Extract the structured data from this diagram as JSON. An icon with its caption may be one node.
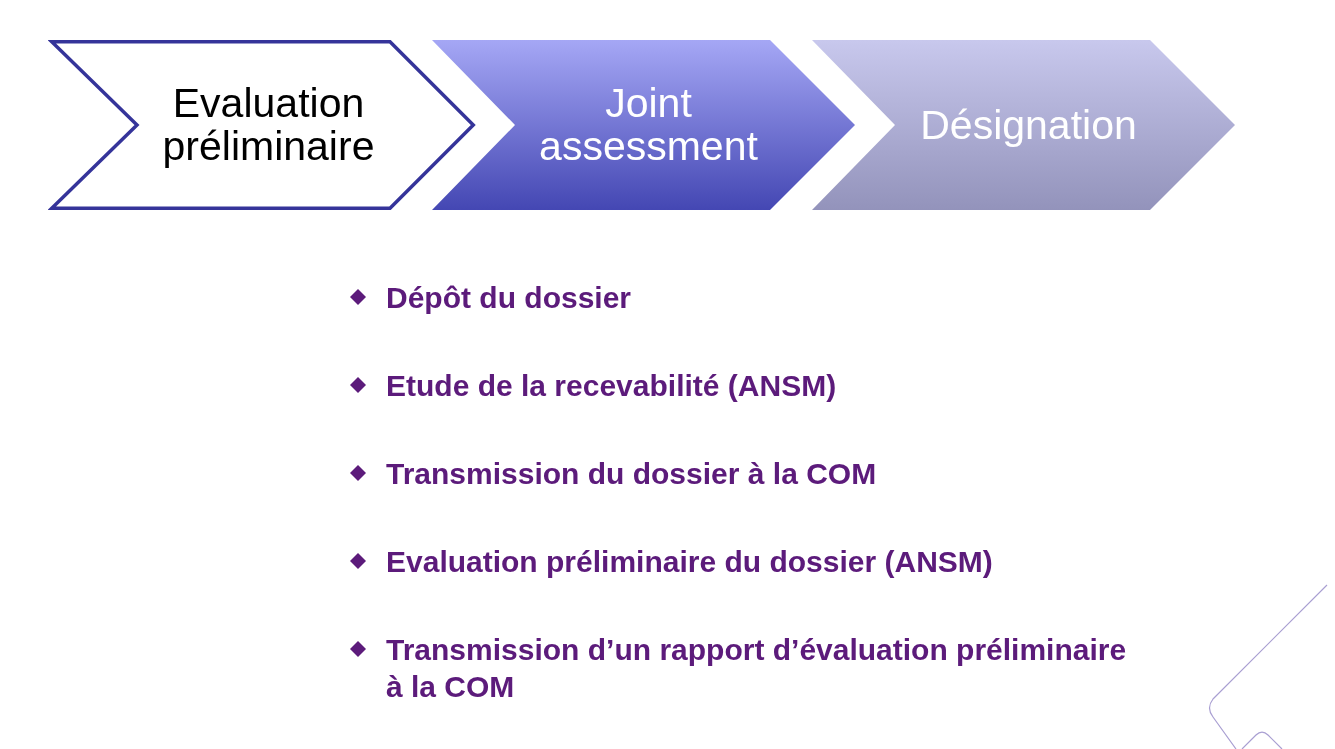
{
  "diagram": {
    "nodes": [
      {
        "text": [
          "Evaluation préliminaire"
        ]
      },
      {
        "text": [
          "Joint assessment"
        ]
      },
      {
        "text": [
          "Désignation"
        ]
      }
    ],
    "labels": [
      "Dépôt du dossier",
      "Etude de la recevabilité (ANSM)",
      "Transmission du dossier à la COM",
      "Evaluation préliminaire du dossier (ANSM)",
      "Transmission d’un rapport d’évaluation préliminaire à la COM"
    ]
  }
}
